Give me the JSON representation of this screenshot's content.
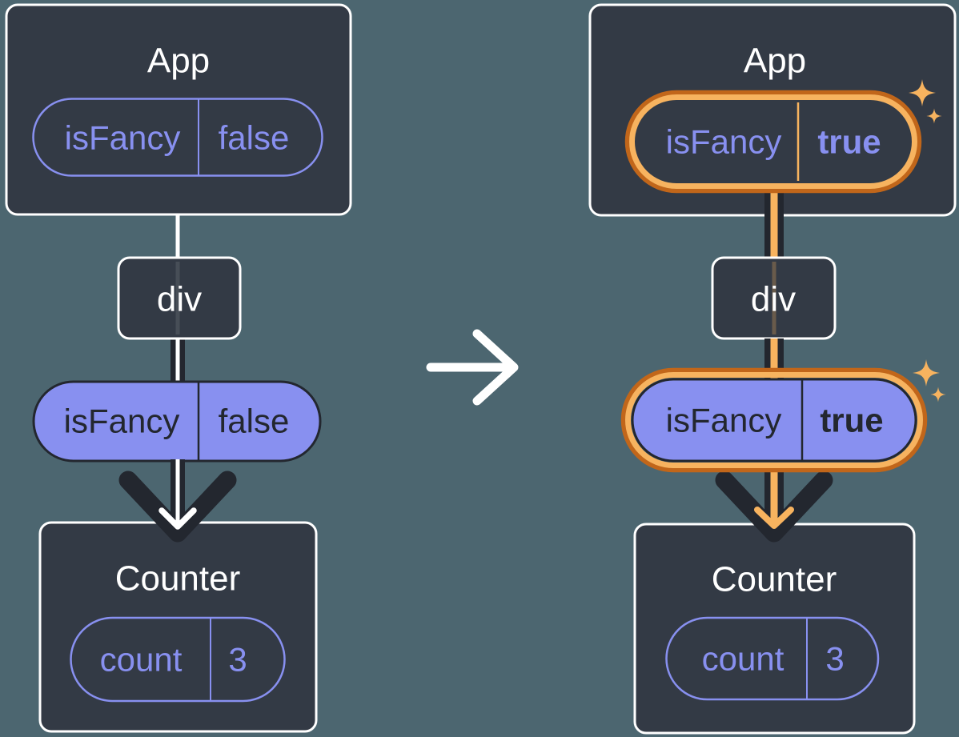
{
  "colors": {
    "background": "#4C6670",
    "card_fill": "#333A45",
    "card_border": "#FFFFFF",
    "ink_dark": "#23272F",
    "purple": "#8890F0",
    "orange_dark": "#C1661A",
    "orange_light": "#F7B35F",
    "white": "#FFFFFF"
  },
  "before": {
    "app": {
      "title": "App",
      "state": {
        "name": "isFancy",
        "value": "false"
      }
    },
    "div": {
      "label": "div"
    },
    "prop": {
      "name": "isFancy",
      "value": "false"
    },
    "counter": {
      "title": "Counter",
      "state": {
        "name": "count",
        "value": "3"
      }
    }
  },
  "after": {
    "app": {
      "title": "App",
      "state": {
        "name": "isFancy",
        "value": "true"
      }
    },
    "div": {
      "label": "div"
    },
    "prop": {
      "name": "isFancy",
      "value": "true"
    },
    "counter": {
      "title": "Counter",
      "state": {
        "name": "count",
        "value": "3"
      }
    }
  },
  "icons": {
    "transition_arrow": "right-arrow",
    "highlight": "sparkle-4-point-star"
  }
}
